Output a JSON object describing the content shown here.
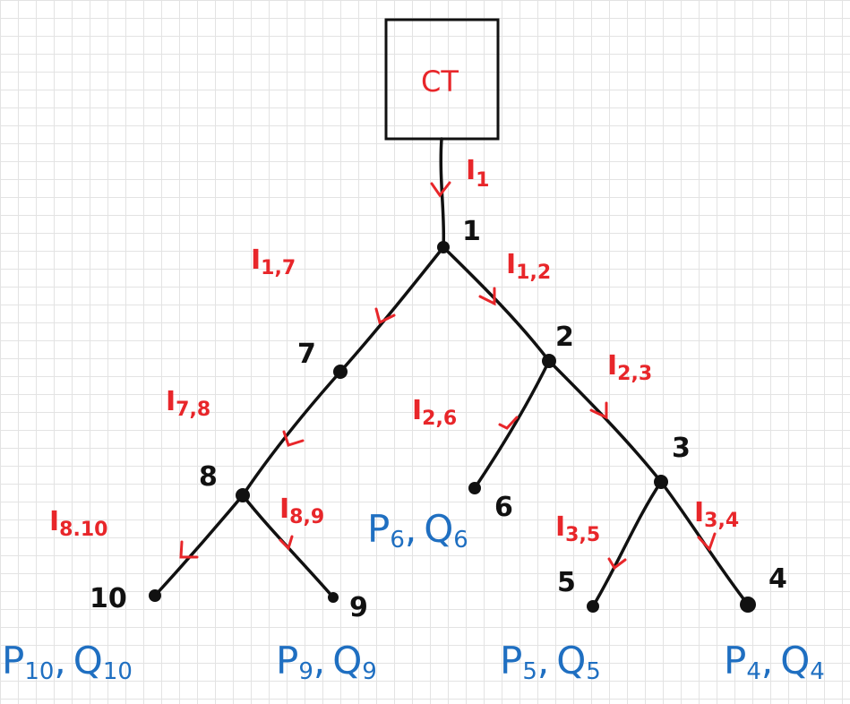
{
  "colors": {
    "line": "#111111",
    "current": "#e8262a",
    "power": "#1f6fc1",
    "grid": "#e3e3e3"
  },
  "source_label": "CT",
  "nodes": [
    {
      "id": "1",
      "label": "1"
    },
    {
      "id": "2",
      "label": "2"
    },
    {
      "id": "3",
      "label": "3"
    },
    {
      "id": "4",
      "label": "4"
    },
    {
      "id": "5",
      "label": "5"
    },
    {
      "id": "6",
      "label": "6"
    },
    {
      "id": "7",
      "label": "7"
    },
    {
      "id": "8",
      "label": "8"
    },
    {
      "id": "9",
      "label": "9"
    },
    {
      "id": "10",
      "label": "10"
    }
  ],
  "currents": [
    {
      "id": "I_1",
      "symbol": "I",
      "sub": "1"
    },
    {
      "id": "I_1,2",
      "symbol": "I",
      "sub": "1,2"
    },
    {
      "id": "I_1,7",
      "symbol": "I",
      "sub": "1,7"
    },
    {
      "id": "I_2,3",
      "symbol": "I",
      "sub": "2,3"
    },
    {
      "id": "I_2,6",
      "symbol": "I",
      "sub": "2,6"
    },
    {
      "id": "I_3,4",
      "symbol": "I",
      "sub": "3,4"
    },
    {
      "id": "I_3,5",
      "symbol": "I",
      "sub": "3,5"
    },
    {
      "id": "I_7,8",
      "symbol": "I",
      "sub": "7,8"
    },
    {
      "id": "I_8,9",
      "symbol": "I",
      "sub": "8,9"
    },
    {
      "id": "I_8.10",
      "symbol": "I",
      "sub": "8.10"
    }
  ],
  "loads": [
    {
      "node": "4",
      "p": "P",
      "p_sub": "4",
      "q": "Q",
      "q_sub": "4"
    },
    {
      "node": "5",
      "p": "P",
      "p_sub": "5",
      "q": "Q",
      "q_sub": "5"
    },
    {
      "node": "6",
      "p": "P",
      "p_sub": "6",
      "q": "Q",
      "q_sub": "6"
    },
    {
      "node": "9",
      "p": "P",
      "p_sub": "9",
      "q": "Q",
      "q_sub": "9"
    },
    {
      "node": "10",
      "p": "P",
      "p_sub": "10",
      "q": "Q",
      "q_sub": "10"
    }
  ],
  "separator": ","
}
